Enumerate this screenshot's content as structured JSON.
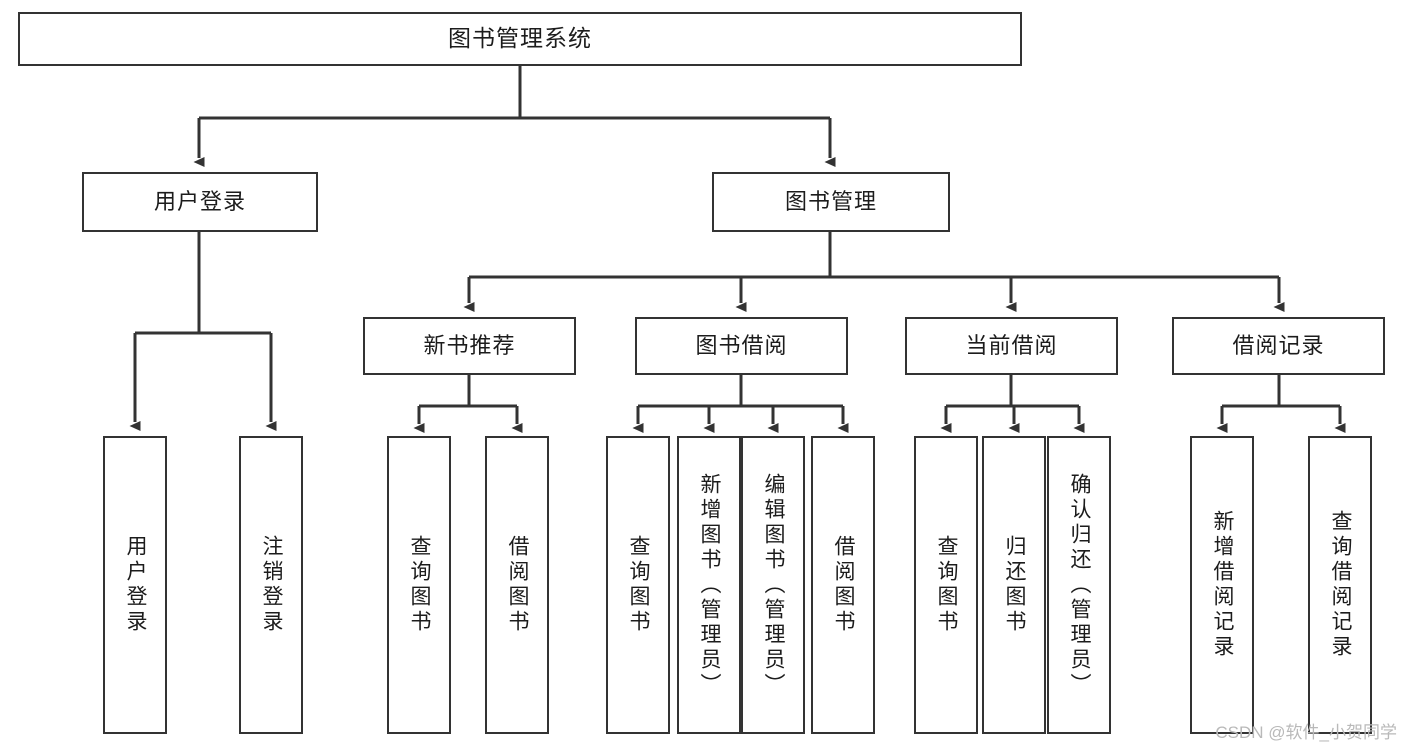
{
  "diagram": {
    "type": "tree",
    "title": "图书管理系统",
    "watermark": "CSDN @软件_小贺同学",
    "colors": {
      "background": "#ffffff",
      "stroke": "#333333",
      "text": "#1c1c1c",
      "watermark": "#b9b9b9"
    },
    "nodes": {
      "root": {
        "label": "图书管理系统",
        "orientation": "horizontal"
      },
      "level2": [
        {
          "label": "用户登录",
          "orientation": "horizontal"
        },
        {
          "label": "图书管理",
          "orientation": "horizontal"
        }
      ],
      "level3": [
        {
          "label": "新书推荐",
          "orientation": "horizontal"
        },
        {
          "label": "图书借阅",
          "orientation": "horizontal"
        },
        {
          "label": "当前借阅",
          "orientation": "horizontal"
        },
        {
          "label": "借阅记录",
          "orientation": "horizontal"
        }
      ],
      "leaves_user_login": [
        {
          "label": "用户登录",
          "orientation": "vertical"
        },
        {
          "label": "注销登录",
          "orientation": "vertical"
        }
      ],
      "leaves_new_book": [
        {
          "label": "查询图书",
          "orientation": "vertical"
        },
        {
          "label": "借阅图书",
          "orientation": "vertical"
        }
      ],
      "leaves_borrow": [
        {
          "label": "查询图书",
          "orientation": "vertical"
        },
        {
          "label": "新增图书（管理员）",
          "orientation": "vertical"
        },
        {
          "label": "编辑图书（管理员）",
          "orientation": "vertical"
        },
        {
          "label": "借阅图书",
          "orientation": "vertical"
        }
      ],
      "leaves_current": [
        {
          "label": "查询图书",
          "orientation": "vertical"
        },
        {
          "label": "归还图书",
          "orientation": "vertical"
        },
        {
          "label": "确认归还（管理员）",
          "orientation": "vertical"
        }
      ],
      "leaves_records": [
        {
          "label": "新增借阅记录",
          "orientation": "vertical"
        },
        {
          "label": "查询借阅记录",
          "orientation": "vertical"
        }
      ]
    },
    "edges": [
      {
        "from": "图书管理系统",
        "to": "用户登录"
      },
      {
        "from": "图书管理系统",
        "to": "图书管理"
      },
      {
        "from": "用户登录",
        "to": "用户登录(叶)"
      },
      {
        "from": "用户登录",
        "to": "注销登录"
      },
      {
        "from": "图书管理",
        "to": "新书推荐"
      },
      {
        "from": "图书管理",
        "to": "图书借阅"
      },
      {
        "from": "图书管理",
        "to": "当前借阅"
      },
      {
        "from": "图书管理",
        "to": "借阅记录"
      },
      {
        "from": "新书推荐",
        "to": "查询图书"
      },
      {
        "from": "新书推荐",
        "to": "借阅图书"
      },
      {
        "from": "图书借阅",
        "to": "查询图书"
      },
      {
        "from": "图书借阅",
        "to": "新增图书（管理员）"
      },
      {
        "from": "图书借阅",
        "to": "编辑图书（管理员）"
      },
      {
        "from": "图书借阅",
        "to": "借阅图书"
      },
      {
        "from": "当前借阅",
        "to": "查询图书"
      },
      {
        "from": "当前借阅",
        "to": "归还图书"
      },
      {
        "from": "当前借阅",
        "to": "确认归还（管理员）"
      },
      {
        "from": "借阅记录",
        "to": "新增借阅记录"
      },
      {
        "from": "借阅记录",
        "to": "查询借阅记录"
      }
    ]
  }
}
